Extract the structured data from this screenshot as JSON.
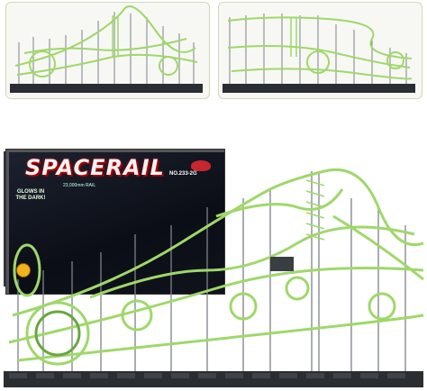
{
  "product": {
    "brand": "SPACERAIL",
    "model_number": "NO.233-2G",
    "rail_length": "23,000mm RAIL",
    "glow_badge": "GLOWS IN THE DARK!"
  },
  "colors": {
    "rail_green": "#9fd86a",
    "rail_green_dark": "#6aa63e",
    "frame_gray": "#7d8288",
    "base_black": "#2a2d31",
    "box_dark": "#0d1018",
    "panel_border": "#cfd9b8"
  },
  "views": [
    "front-view",
    "back-view",
    "box-and-assembled-set"
  ]
}
